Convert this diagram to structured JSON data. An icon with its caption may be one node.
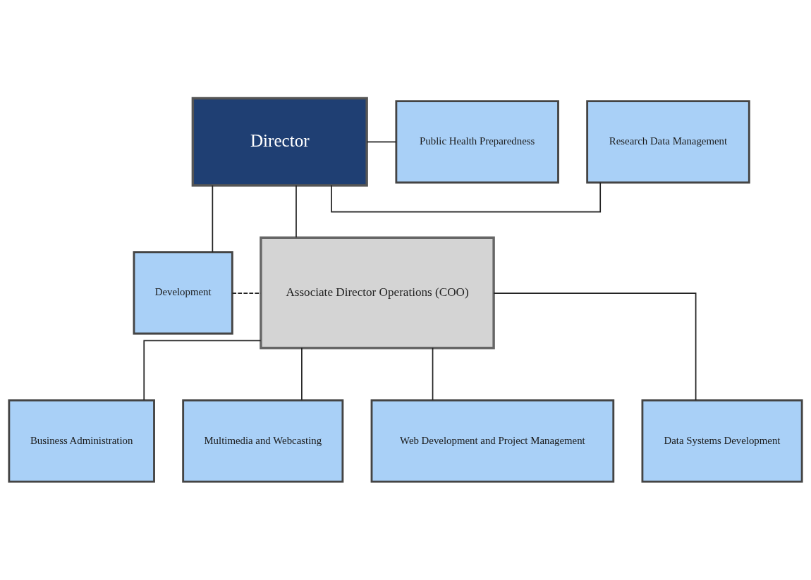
{
  "diagram": {
    "nodes": [
      {
        "text": [
          "Research Data Management"
        ]
      },
      {
        "text": [
          "Director"
        ]
      },
      {
        "text": [
          "Public Health Preparedness"
        ]
      },
      {
        "text": [
          "Development"
        ]
      },
      {
        "text": [
          "Associate Director Operations (COO)"
        ]
      },
      {
        "text": [
          "Business Administration"
        ]
      },
      {
        "text": [
          "Multimedia and Webcasting"
        ]
      },
      {
        "text": [
          "Web Development and Project Management"
        ]
      },
      {
        "text": [
          "Data Systems Development"
        ]
      }
    ],
    "edges": [
      {
        "from": 1,
        "to": 0,
        "arrow": "none"
      },
      {
        "from": 1,
        "to": 2,
        "arrow": "none"
      },
      {
        "from": 1,
        "to": 3,
        "arrow": "none"
      },
      {
        "from": 1,
        "to": 4,
        "arrow": "none"
      },
      {
        "from": 3,
        "to": 4,
        "arrow": "none",
        "style": "dashed"
      },
      {
        "from": 4,
        "to": 5,
        "arrow": "none"
      },
      {
        "from": 4,
        "to": 6,
        "arrow": "none"
      },
      {
        "from": 4,
        "to": 7,
        "arrow": "none"
      },
      {
        "from": 4,
        "to": 8,
        "arrow": "none"
      }
    ]
  }
}
